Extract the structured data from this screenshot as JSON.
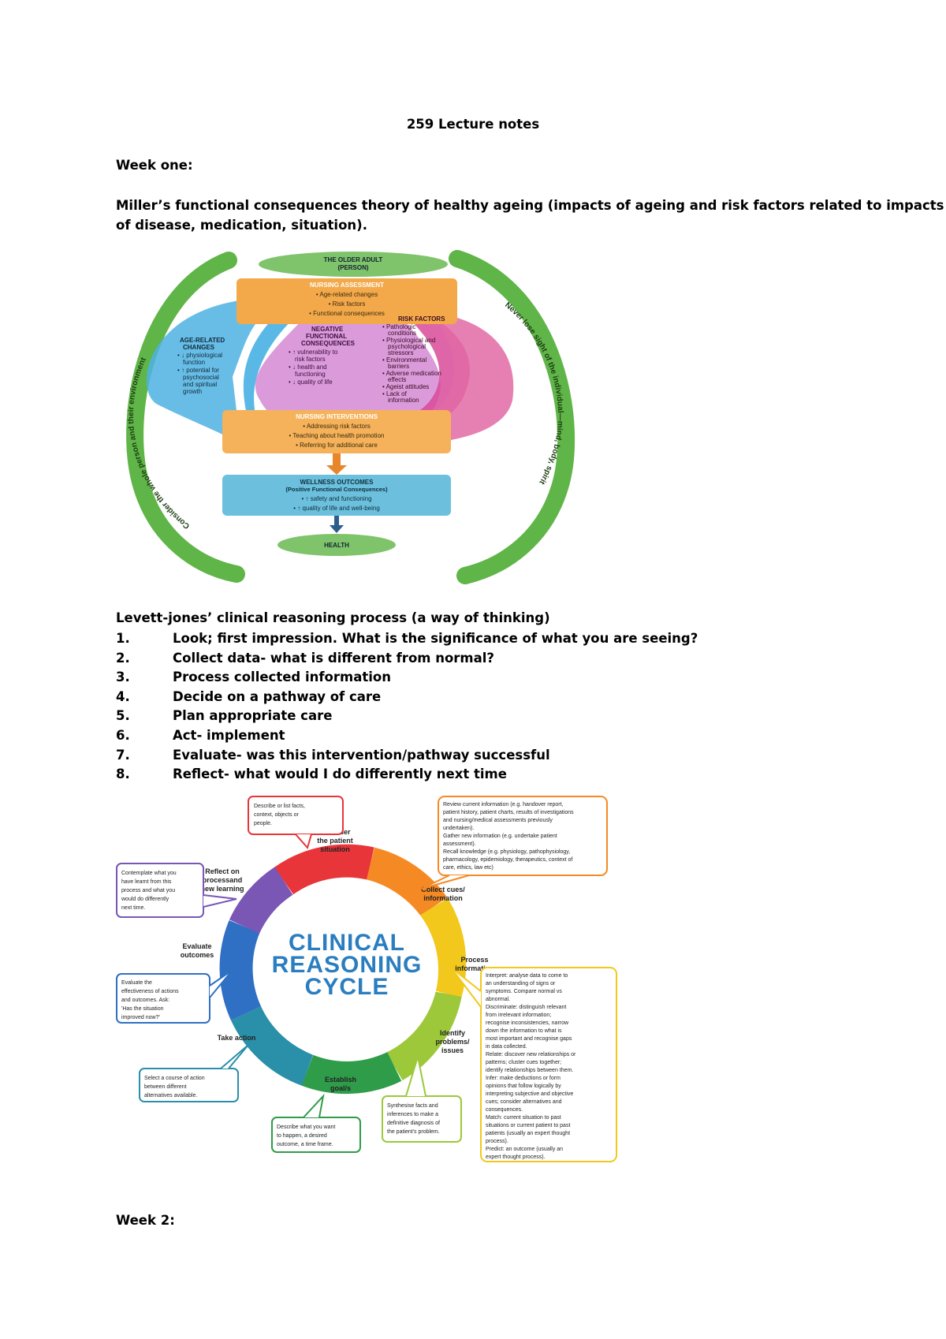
{
  "document": {
    "title": "259 Lecture notes",
    "week1_heading": "Week one:",
    "miller_line1": "Miller’s functional consequences theory of healthy ageing (impacts of ageing and risk factors related to impacts",
    "miller_line2": "of disease, medication, situation).",
    "levett_heading": "Levett-jones’ clinical reasoning process (a way of thinking)",
    "steps": [
      {
        "num": "1.",
        "text": "Look; first impression. What is the significance of what you are seeing?"
      },
      {
        "num": "2.",
        "text": "Collect data- what is different from normal?"
      },
      {
        "num": "3.",
        "text": "Process collected information"
      },
      {
        "num": "4.",
        "text": "Decide on a pathway of care"
      },
      {
        "num": "5.",
        "text": "Plan appropriate care"
      },
      {
        "num": "6.",
        "text": "Act- implement"
      },
      {
        "num": "7.",
        "text": "Evaluate- was this intervention/pathway successful"
      },
      {
        "num": "8.",
        "text": "Reflect- what would I do differently next time"
      }
    ],
    "week2_heading": "Week 2:"
  },
  "miller_diagram": {
    "older_adult": "THE OLDER ADULT",
    "person": "(PERSON)",
    "nursing_assessment": "NURSING ASSESSMENT",
    "assessment_items": [
      "• Age-related changes",
      "• Risk factors",
      "• Functional consequences"
    ],
    "age_related_title": [
      "AGE-RELATED",
      "CHANGES"
    ],
    "age_related_items": [
      "• ↓ physiological",
      "function",
      "• ↑ potential for",
      "psychosocial",
      "and spiritual",
      "growth"
    ],
    "negative_title": [
      "NEGATIVE",
      "FUNCTIONAL",
      "CONSEQUENCES"
    ],
    "negative_items": [
      "• ↑ vulnerability to",
      "risk factors",
      "• ↓ health and",
      "functioning",
      "• ↓ quality of life"
    ],
    "risk_title": "RISK FACTORS",
    "risk_items": [
      "• Pathologic",
      "conditions",
      "• Physiological and",
      "psychological",
      "stressors",
      "• Environmental",
      "barriers",
      "• Adverse medication",
      "effects",
      "• Ageist attitudes",
      "• Lack of",
      "information"
    ],
    "interventions_title": "NURSING INTERVENTIONS",
    "interventions_items": [
      "• Addressing risk factors",
      "• Teaching about health promotion",
      "• Referring for additional care"
    ],
    "wellness_title": "WELLNESS OUTCOMES",
    "wellness_sub": "(Positive Functional Consequences)",
    "wellness_items": [
      "• ↑ safety and functioning",
      "• ↑ quality of life and well-being"
    ],
    "health": "HEALTH",
    "left_arc": "Consider the whole person and their environment",
    "right_arc": "Never lose sight of the individual—mind, body, spirit",
    "colors": {
      "green": "#5fb548",
      "orange": "#f3a94a",
      "blue": "#4db2e3",
      "pink": "#c76bc7",
      "magenta": "#d94a9a"
    }
  },
  "cycle_diagram": {
    "center": [
      "CLINICAL",
      "REASONING",
      "CYCLE"
    ],
    "stages": {
      "consider": [
        "Consider",
        "the patient",
        "situation"
      ],
      "collect": [
        "Collect cues/",
        "information"
      ],
      "process": [
        "Process",
        "information"
      ],
      "identify": [
        "Identify",
        "problems/",
        "issues"
      ],
      "establish": [
        "Establish",
        "goal/s"
      ],
      "take_action": [
        "Take action"
      ],
      "evaluate": [
        "Evaluate",
        "outcomes"
      ],
      "reflect": [
        "Reflect on",
        "processand",
        "new learning"
      ]
    },
    "boxes": {
      "consider": [
        "Describe or list facts,",
        "context, objects or",
        "people."
      ],
      "collect": [
        "Review current information (e.g. handover report,",
        "patient history, patient charts, results of investigations",
        "and nursing/medical assessments previously",
        "undertaken).",
        "Gather new information (e.g. undertake patient",
        "assessment).",
        "Recall knowledge (e.g. physiology, pathophysiology,",
        "pharmacology, epidemiology, therapeutics, context of",
        "care, ethics, law etc)"
      ],
      "process": [
        "Interpret: analyse data to come to",
        "an understanding of signs or",
        "symptoms. Compare normal vs",
        "abnormal.",
        "Discriminate: distinguish relevant",
        "from irrelevant information;",
        "recognise inconsistencies, narrow",
        "down the information to what is",
        "most important and recognise gaps",
        "in data collected.",
        "Relate: discover new relationships or",
        "patterns; cluster cues together;",
        "identify relationships between them.",
        "Infer: make deductions or form",
        "opinions that follow logically by",
        "interpreting subjective and objective",
        "cues; consider alternatives and",
        "consequences.",
        "Match: current situation to past",
        "situations or current patient to past",
        "patients (usually an expert thought",
        "process).",
        "Predict: an outcome (usually an",
        "expert thought process)."
      ],
      "identify": [
        "Synthesise facts and",
        "inferences to make a",
        "definitive diagnosis of",
        "the patient's problem."
      ],
      "establish": [
        "Describe what you want",
        "to happen, a desired",
        "outcome, a time frame."
      ],
      "take_action": [
        "Select a course of action",
        "between different",
        "alternatives available."
      ],
      "evaluate": [
        "Evaluate the",
        "effectiveness of actions",
        "and outcomes. Ask:",
        "'Has the situation",
        "improved now?'"
      ],
      "reflect": [
        "Contemplate what you",
        "have learnt from this",
        "process and what you",
        "would do differently",
        "next time."
      ]
    },
    "colors": {
      "red": "#e8353a",
      "orange": "#f58a24",
      "yellow": "#f2c81c",
      "lime": "#9cc83a",
      "green": "#2f9c4a",
      "teal": "#2a8fa8",
      "blue": "#2f6fc4",
      "purple": "#7a56b5"
    }
  }
}
